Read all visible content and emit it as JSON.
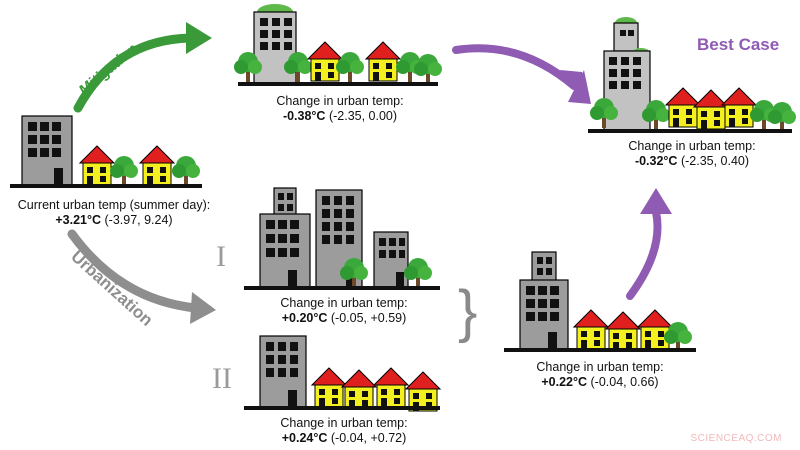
{
  "labels": {
    "mitigation": "Mitigation",
    "urbanization": "Urbanization",
    "best_case": "Best Case"
  },
  "current": {
    "line1": "Current urban temp (summer day):",
    "value": "+3.21°C",
    "range": " (-3.97, 9.24)"
  },
  "mitigation_result": {
    "line1": "Change in urban temp:",
    "value": "-0.38°C",
    "range": " (-2.35, 0.00)"
  },
  "best_case_result": {
    "line1": "Change in urban temp:",
    "value": "-0.32°C",
    "range": " (-2.35, 0.40)"
  },
  "scenario_i": {
    "numeral": "I",
    "line1": "Change in urban temp:",
    "value": "+0.20°C",
    "range": " (-0.05, +0.59)"
  },
  "scenario_ii": {
    "numeral": "II",
    "line1": "Change in urban temp:",
    "value": "+0.24°C",
    "range": " (-0.04, +0.72)"
  },
  "combined_result": {
    "brace": "}",
    "line1": "Change in urban temp:",
    "value": "+0.22°C",
    "range": " (-0.04, 0.66)"
  },
  "watermark": "SCIENCEAQ.COM",
  "colors": {
    "mitigation_arrow": "#3a9a3a",
    "urbanization_arrow": "#8e8e8e",
    "best_case_arrow": "#8f5bb3",
    "building_gray": "#9c9c9c",
    "roof_red": "#e0201f",
    "house_yellow": "#f4ef1e",
    "tree_green": "#3aa83a",
    "green_roof": "#5fb94a"
  }
}
